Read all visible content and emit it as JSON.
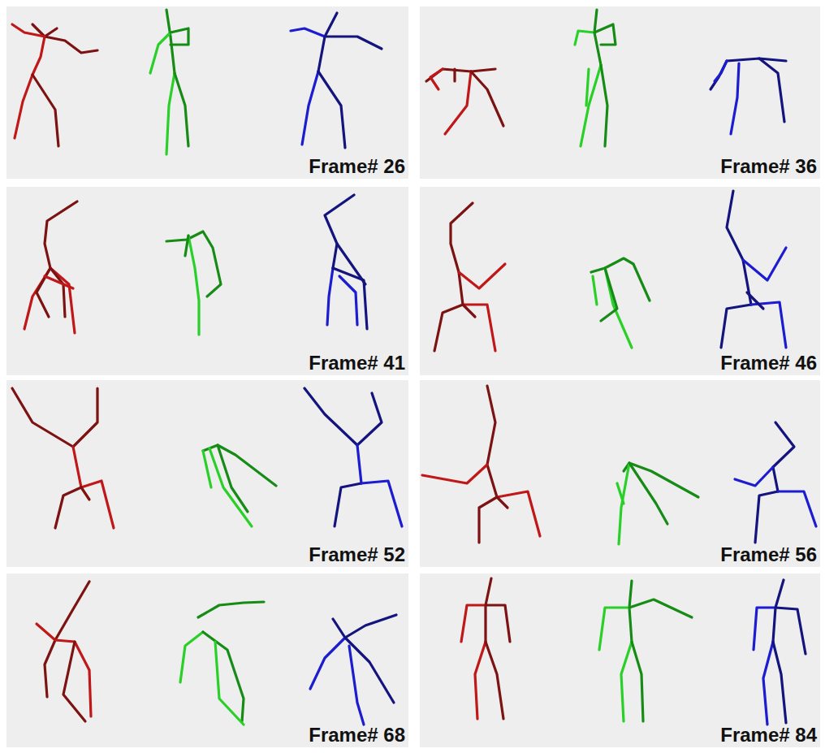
{
  "diagram": {
    "labels": [
      "Frame# 26",
      "Frame# 36",
      "Frame# 41",
      "Frame# 46",
      "Frame# 52",
      "Frame# 56",
      "Frame# 68",
      "Frame# 84"
    ]
  }
}
